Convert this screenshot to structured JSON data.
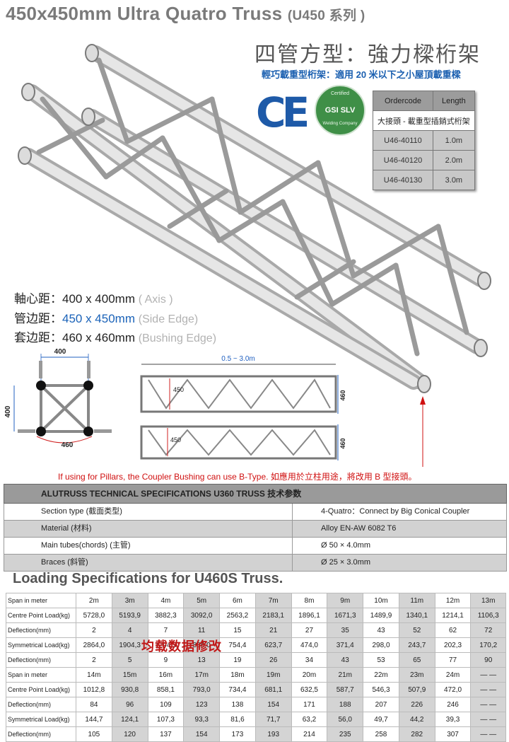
{
  "header": {
    "title": "450x450mm Ultra Quatro Truss",
    "series": "(U450 系列 )",
    "subtitle": "四管方型：強力樑桁架",
    "tagline": "輕巧載重型桁架：適用 20 米以下之小屋頂載重樑"
  },
  "badges": {
    "ce": "CE",
    "gsi_top": "Certified",
    "gsi_main": "GSI SLV",
    "gsi_bottom": "Welding Company"
  },
  "order_table": {
    "headers": [
      "Ordercode",
      "Length"
    ],
    "subheader": "大接頭 - 載重型插銷式桁架",
    "rows": [
      {
        "code": "U46-40110",
        "length": "1.0m"
      },
      {
        "code": "U46-40120",
        "length": "2.0m"
      },
      {
        "code": "U46-40130",
        "length": "3.0m"
      }
    ]
  },
  "dimensions": [
    {
      "label": "軸心距：",
      "value": "400 x 400mm",
      "note": "( Axis )"
    },
    {
      "label": "管边距：",
      "value": "450 x 450mm",
      "note": "(Side Edge)"
    },
    {
      "label": "套边距：",
      "value": "460 x 460mm",
      "note": "(Bushing Edge)"
    }
  ],
  "drawing": {
    "top_width": "400",
    "left_height": "400",
    "bottom_width": "460",
    "span_label": "0.5 ~ 3.0m",
    "inner_a": "450",
    "outer_a": "460",
    "inner_b": "450",
    "outer_b": "460"
  },
  "pillar_note": "If using for Pillars, the Coupler Bushing can use B-Type. 如應用於立柱用途，將改用 B 型接頭。",
  "specs": {
    "heading": "ALUTRUSS TECHNICAL SPECIFICATIONS U360 TRUSS    技术参数",
    "rows": [
      {
        "key": "Section type  (截面类型)",
        "value": "4-Quatro：Connect by Big Conical Coupler"
      },
      {
        "key": "Material (材料)",
        "value": "Alloy EN-AW 6082 T6"
      },
      {
        "key": "Main tubes(chords) (主管)",
        "value": "Ø 50 × 4.0mm"
      },
      {
        "key": "Braces (斜管)",
        "value": "Ø 25 × 3.0mm"
      }
    ]
  },
  "loading": {
    "title": "Loading  Specifications for U460S Truss.",
    "stamp": "均载数据修改",
    "blocks": [
      {
        "rows": [
          {
            "label": "Span in meter",
            "cells": [
              "2m",
              "3m",
              "4m",
              "5m",
              "6m",
              "7m",
              "8m",
              "9m",
              "10m",
              "11m",
              "12m",
              "13m"
            ]
          },
          {
            "label": "Centre Point  Load(kg)",
            "cells": [
              "5728,0",
              "5193,9",
              "3882,3",
              "3092,0",
              "2563,2",
              "2183,1",
              "1896,1",
              "1671,3",
              "1489,9",
              "1340,1",
              "1214,1",
              "1106,3"
            ]
          },
          {
            "label": "Deflection(mm)",
            "cells": [
              "2",
              "4",
              "7",
              "11",
              "15",
              "21",
              "27",
              "35",
              "43",
              "52",
              "62",
              "72"
            ]
          },
          {
            "label": "Symmetrical Load(kg)",
            "cells": [
              "2864,0",
              "1904,3",
              "1294,5",
              "886,0",
              "754,4",
              "623,7",
              "474,0",
              "371,4",
              "298,0",
              "243,7",
              "202,3",
              "170,2"
            ]
          },
          {
            "label": "Deflection(mm)",
            "cells": [
              "2",
              "5",
              "9",
              "13",
              "19",
              "26",
              "34",
              "43",
              "53",
              "65",
              "77",
              "90"
            ]
          }
        ]
      },
      {
        "rows": [
          {
            "label": "Span in meter",
            "cells": [
              "14m",
              "15m",
              "16m",
              "17m",
              "18m",
              "19m",
              "20m",
              "21m",
              "22m",
              "23m",
              "24m",
              "— —"
            ]
          },
          {
            "label": "Centre Point  Load(kg)",
            "cells": [
              "1012,8",
              "930,8",
              "858,1",
              "793,0",
              "734,4",
              "681,1",
              "632,5",
              "587,7",
              "546,3",
              "507,9",
              "472,0",
              "— —"
            ]
          },
          {
            "label": "Deflection(mm)",
            "cells": [
              "84",
              "96",
              "109",
              "123",
              "138",
              "154",
              "171",
              "188",
              "207",
              "226",
              "246",
              "— —"
            ]
          },
          {
            "label": "Symmetrical Load(kg)",
            "cells": [
              "144,7",
              "124,1",
              "107,3",
              "93,3",
              "81,6",
              "71,7",
              "63,2",
              "56,0",
              "49,7",
              "44,2",
              "39,3",
              "— —"
            ]
          },
          {
            "label": "Deflection(mm)",
            "cells": [
              "105",
              "120",
              "137",
              "154",
              "173",
              "193",
              "214",
              "235",
              "258",
              "282",
              "307",
              "— —"
            ]
          }
        ]
      }
    ]
  }
}
